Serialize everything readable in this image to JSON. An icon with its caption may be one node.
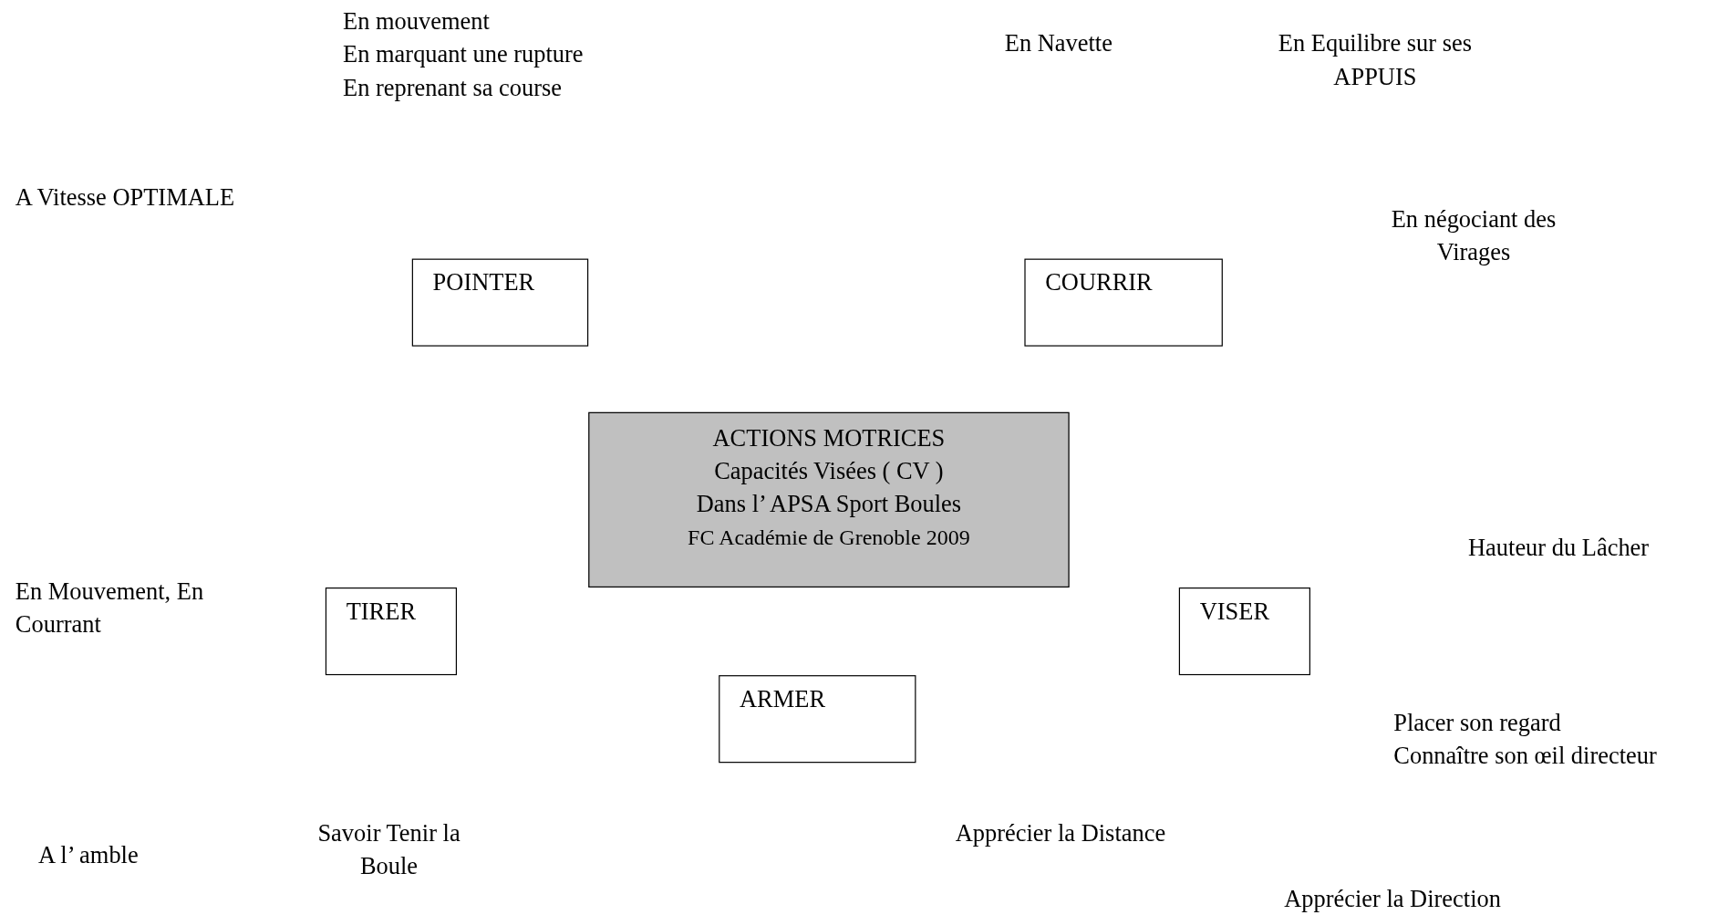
{
  "diagram": {
    "nodes": [
      {
        "text": [
          "POINTER"
        ]
      },
      {
        "text": [
          "COURRIR"
        ]
      },
      {
        "text": [
          "ACTIONS MOTRICES",
          "Capacités Visées ( CV )",
          "Dans l’ APSA Sport Boules",
          "FC Académie de Grenoble 2009"
        ]
      },
      {
        "text": [
          "TIRER"
        ]
      },
      {
        "text": [
          "VISER"
        ]
      },
      {
        "text": [
          "ARMER"
        ]
      }
    ],
    "edges": [],
    "labels": [
      "En mouvement",
      "En marquant une rupture",
      "En reprenant sa course",
      "En Navette",
      "En Equilibre sur ses APPUIS",
      "A Vitesse OPTIMALE",
      "En négociant des Virages",
      "Hauteur du Lâcher",
      "En Mouvement, En Courrant",
      "Placer son regard",
      "Connaître son œil directeur",
      "Savoir Tenir la Boule",
      "Apprécier la Distance",
      "A l’ amble",
      "Apprécier la Direction"
    ]
  }
}
